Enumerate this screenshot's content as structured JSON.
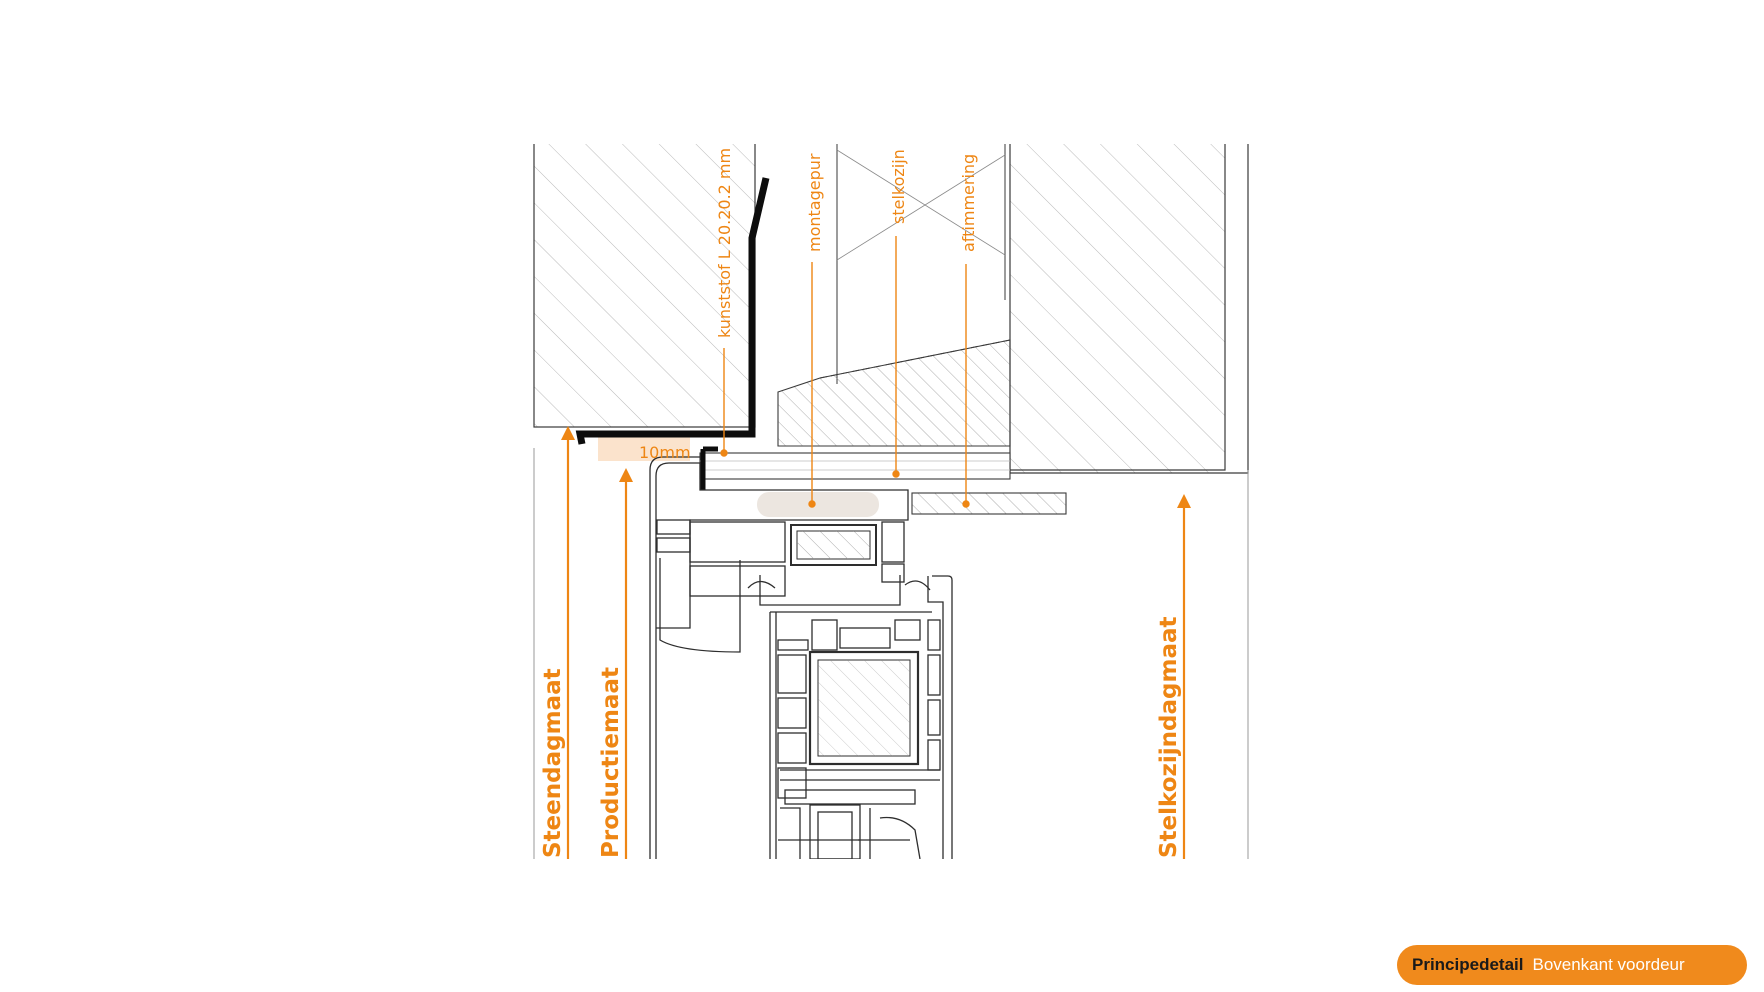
{
  "labels": {
    "kunststof": "kunststof L 20.20.2 mm",
    "montagepur": "montagepur",
    "stelkozijn": "stelkozijn",
    "aftimmering": "aftimmering",
    "gap": "10mm"
  },
  "dimensions": {
    "steen": "Steendagmaat",
    "productie": "Productiemaat",
    "stelkozijn": "Stelkozijndagmaat"
  },
  "badge": {
    "title": "Principedetail",
    "subtitle": "Bovenkant voordeur"
  },
  "colors": {
    "accent": "#ee8614",
    "badge": "#f08a1c",
    "line": "#3a3a3a"
  }
}
